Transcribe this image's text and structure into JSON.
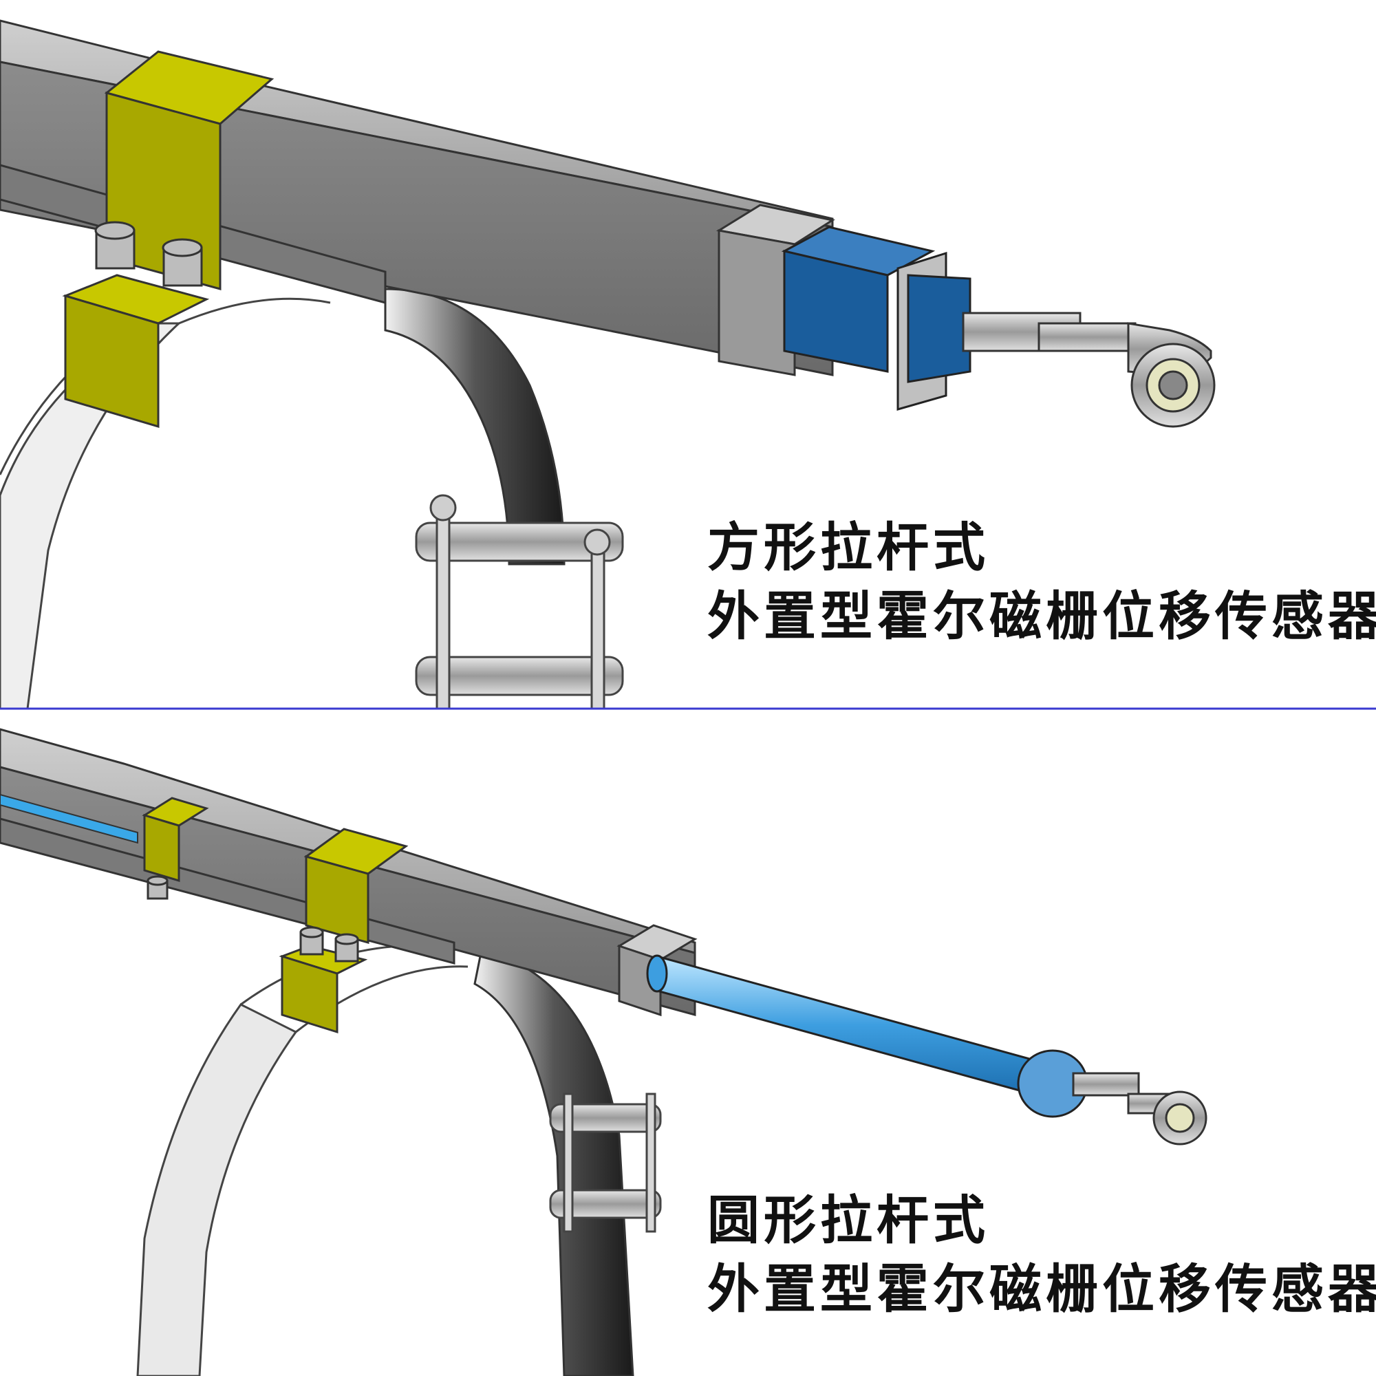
{
  "panels": [
    {
      "title": "方形拉杆式",
      "subtitle": "外置型霍尔磁栅位移传感器",
      "sensor_body_color": "#1a5d9c"
    },
    {
      "title": "圆形拉杆式",
      "subtitle": "外置型霍尔磁栅位移传感器",
      "sensor_body_color": "#4aa3dc"
    }
  ],
  "colors": {
    "beam": "#8f8f8f",
    "bracket": "#b8b800",
    "divider": "#3a3ad0",
    "ring": "#9c9c9c"
  }
}
